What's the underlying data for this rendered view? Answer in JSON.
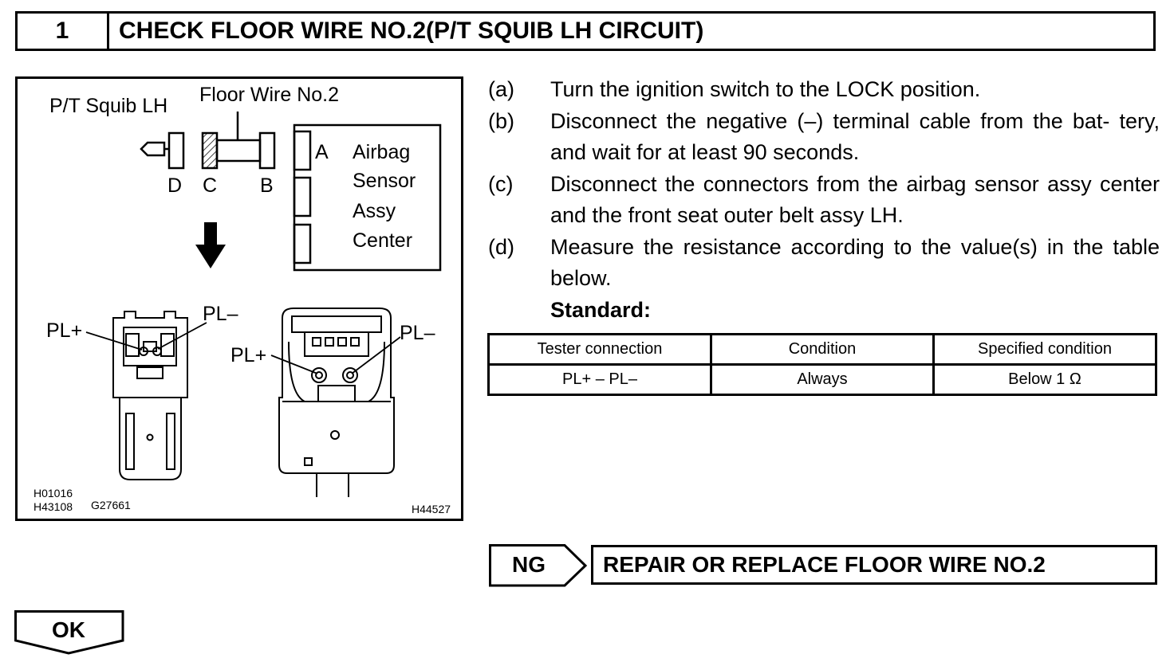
{
  "header": {
    "step_number": "1",
    "title": "CHECK FLOOR WIRE NO.2(P/T SQUIB LH CIRCUIT)"
  },
  "diagram": {
    "label_pt_squib": "P/T Squib LH",
    "label_floor_wire": "Floor Wire No.2",
    "label_d": "D",
    "label_c": "C",
    "label_b": "B",
    "label_a": "A",
    "sensor_line1": "Airbag",
    "sensor_line2": "Sensor",
    "sensor_line3": "Assy",
    "sensor_line4": "Center",
    "left_pl_plus": "PL+",
    "left_pl_minus": "PL–",
    "right_pl_plus": "PL+",
    "right_pl_minus": "PL–",
    "code1": "H01016",
    "code2": "H43108",
    "code3": "G27661",
    "code4": "H44527"
  },
  "steps": [
    {
      "letter": "(a)",
      "text": "Turn the ignition switch to the LOCK position."
    },
    {
      "letter": "(b)",
      "text": "Disconnect the negative (–) terminal cable from the bat- tery, and wait for at least 90 seconds."
    },
    {
      "letter": "(c)",
      "text": "Disconnect the connectors from the airbag sensor assy center and the front seat outer belt assy LH."
    },
    {
      "letter": "(d)",
      "text": "Measure the resistance according to the value(s) in the table below."
    }
  ],
  "standard_label": "Standard:",
  "table": {
    "headers": [
      "Tester connection",
      "Condition",
      "Specified condition"
    ],
    "rows": [
      [
        "PL+ – PL–",
        "Always",
        "Below 1 Ω"
      ]
    ]
  },
  "ng": {
    "label": "NG",
    "action": "REPAIR OR REPLACE FLOOR WIRE NO.2"
  },
  "ok": {
    "label": "OK"
  }
}
